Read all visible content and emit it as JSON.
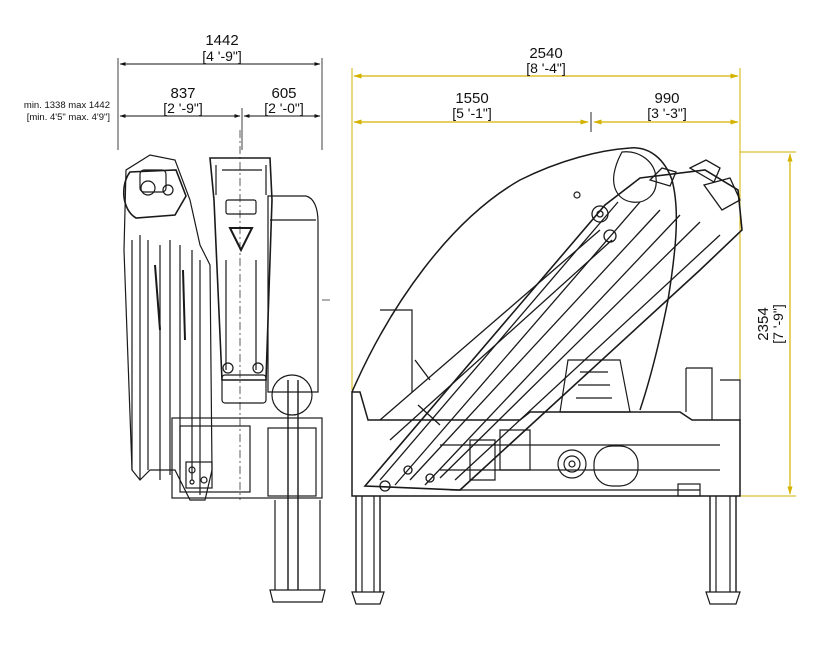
{
  "side_view": {
    "width": {
      "mm": "1442",
      "ft": "[4 '-9\"]"
    },
    "left_part": {
      "mm": "837",
      "ft": "[2 '-9\"]"
    },
    "right_part": {
      "mm": "605",
      "ft": "[2 '-0\"]"
    },
    "note": {
      "line1": "min. 1338 max 1442",
      "line2": "[min. 4'5\" max. 4'9\"]"
    }
  },
  "front_view": {
    "width": {
      "mm": "2540",
      "ft": "[8 '-4\"]"
    },
    "left_part": {
      "mm": "1550",
      "ft": "[5 '-1\"]"
    },
    "right_part": {
      "mm": "990",
      "ft": "[3 '-3\"]"
    },
    "height": {
      "mm": "2354",
      "ft": "[7 '-9\"]"
    }
  },
  "colors": {
    "dimension_line": "#d4b200",
    "outline": "#1a1a1a"
  }
}
